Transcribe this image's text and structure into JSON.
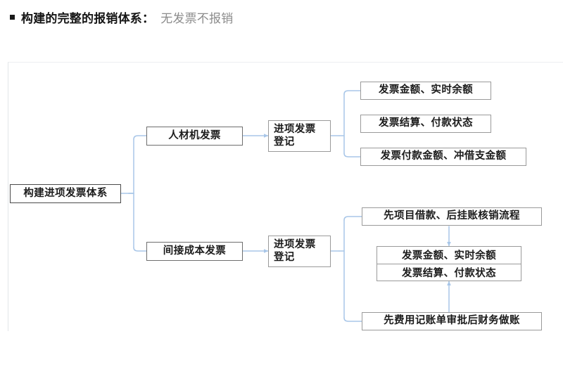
{
  "heading": {
    "bullet": "square-bullet",
    "main": "构建的完整的报销体系：",
    "sub": "无发票不报销"
  },
  "diagram": {
    "type": "flow-tree",
    "root": {
      "label": "构建进项发票体系"
    },
    "branches": [
      {
        "label": "人材机发票",
        "process": {
          "line1": "进项发票",
          "line2": "登记"
        },
        "outputs": [
          "发票金额、实时余额",
          "发票结算、付款状态",
          "发票付款金额、冲借支金额"
        ]
      },
      {
        "label": "间接成本发票",
        "process": {
          "line1": "进项发票",
          "line2": "登记"
        },
        "outputs": [
          "先项目借款、后挂账核销流程",
          "先费用记账单审批后财务做账"
        ],
        "stacked": [
          "发票金额、实时余额",
          "发票结算、付款状态"
        ]
      }
    ],
    "colors": {
      "connector": "#a8c6e8",
      "box_border": "#9a9a9a",
      "root_border": "#4a4a4a",
      "text": "#1b1b1b",
      "heading_main": "#151515",
      "heading_sub": "#8c8c8c",
      "frame": "#e3e6e8"
    }
  }
}
